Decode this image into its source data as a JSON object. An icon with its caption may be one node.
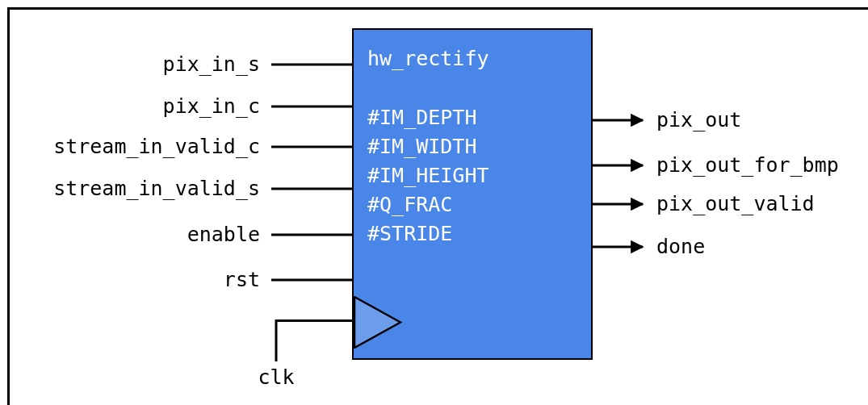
{
  "diagram": {
    "nodes": [
      {
        "text": [
          "hw_rectify",
          "#IM_DEPTH",
          "#IM_WIDTH",
          "#IM_HEIGHT",
          "#Q_FRAC",
          "#STRIDE"
        ]
      },
      {
        "text": [],
        "shape": "triangle",
        "in": 0
      },
      {
        "text": [
          "pix_in_s"
        ]
      },
      {
        "text": [
          "pix_in_c"
        ]
      },
      {
        "text": [
          "stream_in_valid_c"
        ]
      },
      {
        "text": [
          "stream_in_valid_s"
        ]
      },
      {
        "text": [
          "enable"
        ]
      },
      {
        "text": [
          "rst"
        ]
      },
      {
        "text": [
          "clk"
        ]
      },
      {
        "text": [
          "pix_out"
        ]
      },
      {
        "text": [
          "pix_out_for_bmp"
        ]
      },
      {
        "text": [
          "pix_out_valid"
        ]
      },
      {
        "text": [
          "done"
        ]
      }
    ],
    "edges": [
      {
        "from": 2,
        "to": 0,
        "arrow": "none"
      },
      {
        "from": 3,
        "to": 0,
        "arrow": "none"
      },
      {
        "from": 4,
        "to": 0,
        "arrow": "none"
      },
      {
        "from": 5,
        "to": 0,
        "arrow": "none"
      },
      {
        "from": 6,
        "to": 0,
        "arrow": "none"
      },
      {
        "from": 7,
        "to": 0,
        "arrow": "none"
      },
      {
        "from": 8,
        "to": 1,
        "arrow": "none"
      },
      {
        "from": 0,
        "to": 9,
        "arrow": "to"
      },
      {
        "from": 0,
        "to": 10,
        "arrow": "to"
      },
      {
        "from": 0,
        "to": 11,
        "arrow": "to"
      },
      {
        "from": 0,
        "to": 12,
        "arrow": "to"
      }
    ]
  }
}
